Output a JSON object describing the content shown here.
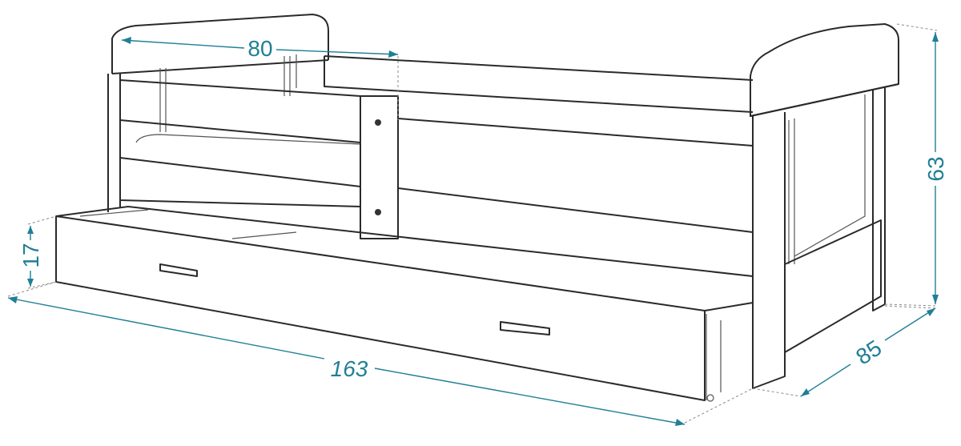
{
  "diagram": {
    "subject": "bed-with-drawer",
    "dimension_color": "#1f7f95",
    "dimensions": {
      "width_label": "80",
      "height_label": "63",
      "drawer_height_label": "17",
      "length_label": "163",
      "depth_label": "85"
    }
  }
}
